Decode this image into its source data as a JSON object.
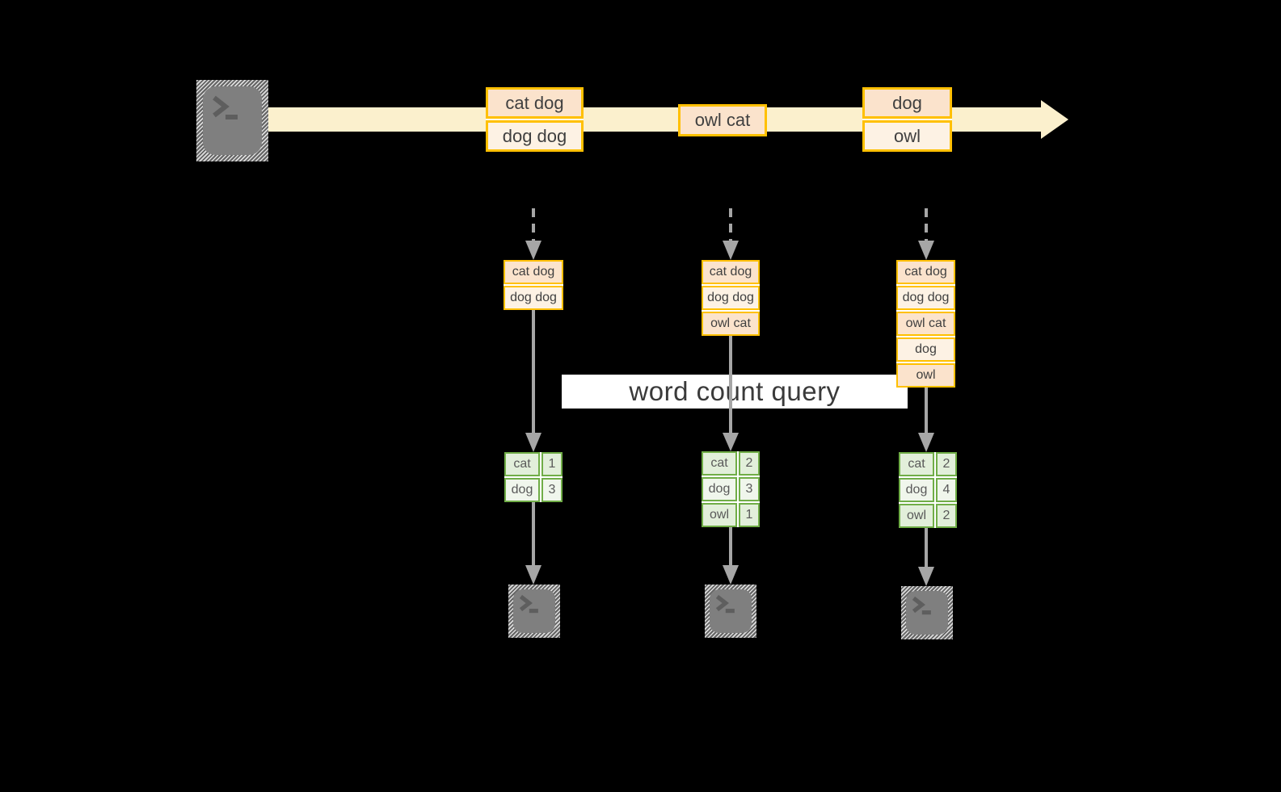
{
  "colors": {
    "background": "#000000",
    "stream_band": "#FBF0CD",
    "box_border": "#FFC000",
    "box_fill_dark": "#FBE3CC",
    "box_fill_light": "#FDF2E4",
    "table_border": "#70AD47",
    "table_fill_dark": "#E2EFDA",
    "table_fill_light": "#F0F6EC",
    "arrow_gray": "#A6A6A6",
    "terminal_icon_gray": "#7F7F7F",
    "text": "#404040"
  },
  "icons": {
    "source": "terminal-icon",
    "sink": "terminal-icon"
  },
  "query": {
    "label": "word count query"
  },
  "timeline": {
    "batches": [
      {
        "rows": [
          "cat dog",
          "dog dog"
        ]
      },
      {
        "rows": [
          "owl cat"
        ]
      },
      {
        "rows": [
          "dog",
          "owl"
        ]
      }
    ]
  },
  "columns": [
    {
      "input_rows": [
        "cat dog",
        "dog dog"
      ],
      "counts": [
        {
          "word": "cat",
          "count": "1"
        },
        {
          "word": "dog",
          "count": "3"
        }
      ]
    },
    {
      "input_rows": [
        "cat dog",
        "dog dog",
        "owl cat"
      ],
      "counts": [
        {
          "word": "cat",
          "count": "2"
        },
        {
          "word": "dog",
          "count": "3"
        },
        {
          "word": "owl",
          "count": "1"
        }
      ]
    },
    {
      "input_rows": [
        "cat dog",
        "dog dog",
        "owl cat",
        "dog",
        "owl"
      ],
      "counts": [
        {
          "word": "cat",
          "count": "2"
        },
        {
          "word": "dog",
          "count": "4"
        },
        {
          "word": "owl",
          "count": "2"
        }
      ]
    }
  ]
}
